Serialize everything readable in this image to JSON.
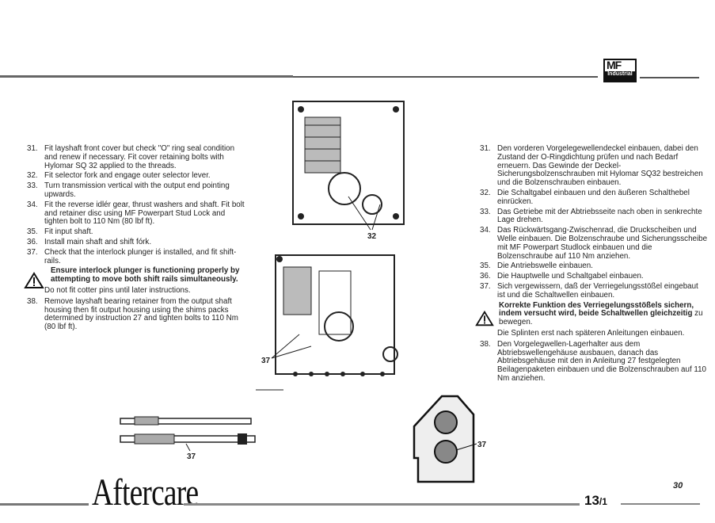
{
  "header": {
    "logo_text": "MF Industrial"
  },
  "left_column": {
    "items": [
      {
        "num": "31.",
        "text": "Fit layshaft front cover but check \"O\" ring seal condition and renew if necessary. Fit cover retaining bolts with Hylomar SQ 32 applied to the threads."
      },
      {
        "num": "32.",
        "text": "Fit selector fork and engage outer selector lever."
      },
      {
        "num": "33.",
        "text": "Turn transmission vertical with the output end pointing upwards."
      },
      {
        "num": "34.",
        "text": "Fit the reverse idlér gear, thrust washers and shaft. Fit bolt and retainer disc using MF Powerpart Stud Lock and tighten bolt to 110 Nm (80 lbf ft)."
      },
      {
        "num": "35.",
        "text": "Fit input shaft."
      },
      {
        "num": "36.",
        "text": "Install main shaft and shift fórk."
      },
      {
        "num": "37.",
        "text": "Check that the interlock plunger iś installed, and fit shift-rails."
      }
    ],
    "warning": "Ensure interlock plunger is functioning properly by attempting to move both shift rails simultaneously.",
    "note": "Do not fit cotter pins until later instructions.",
    "item38": {
      "num": "38.",
      "text": "Remove layshaft bearing retainer from the output shaft housing then fit output housing using the shims packs determined by instruction 27 and tighten bolts to 110 Nm (80 lbf ft)."
    }
  },
  "right_column": {
    "items": [
      {
        "num": "31.",
        "text": "Den vorderen Vorgelegewellendeckel einbauen, dabei den Zustand der O-Ringdichtung prüfen und nach Bedarf erneuern. Das Gewinde der Deckel-Sicherungsbolzenschrauben mit Hylomar SQ32 bestreichen und die Bolzenschrauben einbauen."
      },
      {
        "num": "32.",
        "text": "Die Schaltgabel einbauen und den äußeren Schalthebel einrücken."
      },
      {
        "num": "33.",
        "text": "Das Getriebe mit der Abtriebsseite nach oben in senkrechte Lage drehen."
      },
      {
        "num": "34.",
        "text": "Das Rückwärtsgang-Zwischenrad, die Druckscheiben und Welle einbauen. Die Bolzenschraube und Sicherungsscheibe mit MF Powerpart Studlock einbauen und die Bolzenschraube auf 110 Nm  anziehen."
      },
      {
        "num": "35.",
        "text": "Die Antriebswelle einbauen."
      },
      {
        "num": "36.",
        "text": "Die Hauptwelle und Schaltgabel einbauen."
      },
      {
        "num": "37.",
        "text": "Sich vergewissern, daß der Verriegelungsstößel eingebaut ist und die Schaltwellen einbauen."
      }
    ],
    "warning_bold": "Korrekte Funktion des Verriegelungsstößels sichern, indem versucht wird, beide Schaltwellen gleichzeitig",
    "warning_rest": " zu bewegen.",
    "note": "Die Splinten erst nach späteren Anleitungen einbauen.",
    "item38": {
      "num": "38.",
      "text": "Den Vorgelegwellen-Lagerhalter aus dem Abtriebswellengehäuse ausbauen, danach das Abtriebsgehäuse mit den in Anleitung 27 festgelegten Beilagenpaketen einbauen und die Bolzenschrauben auf 110 Nm anziehen."
    }
  },
  "figures": {
    "fig1_label": "32",
    "fig2_label": "37",
    "fig3_label": "37",
    "fig4_label": "37"
  },
  "footer": {
    "title": "Aftercare",
    "section_main": "13",
    "section_sub": "/1",
    "page_number": "30"
  }
}
